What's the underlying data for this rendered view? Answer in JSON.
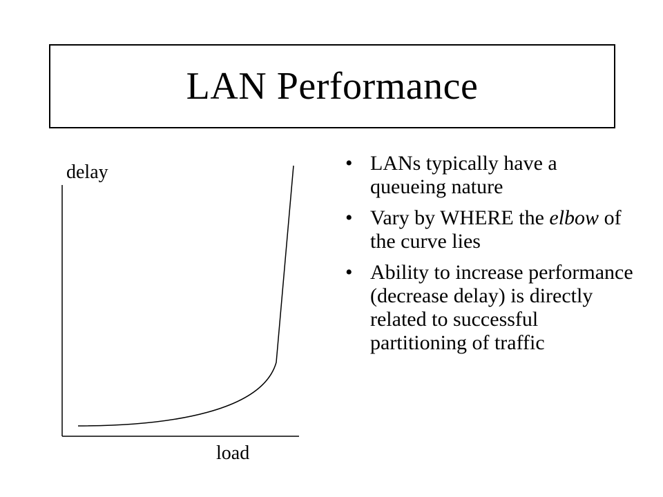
{
  "slide": {
    "title": "LAN Performance"
  },
  "graph": {
    "y_label": "delay",
    "x_label": "load"
  },
  "bullets": [
    {
      "parts": [
        {
          "text": "LANs typically have a queueing nature",
          "italic": false
        }
      ]
    },
    {
      "parts": [
        {
          "text": "Vary by WHERE the ",
          "italic": false
        },
        {
          "text": "elbow",
          "italic": true
        },
        {
          "text": " of the curve lies",
          "italic": false
        }
      ]
    },
    {
      "parts": [
        {
          "text": "Ability to increase performance (decrease delay) is directly related to successful partitioning of traffic",
          "italic": false
        }
      ]
    }
  ]
}
